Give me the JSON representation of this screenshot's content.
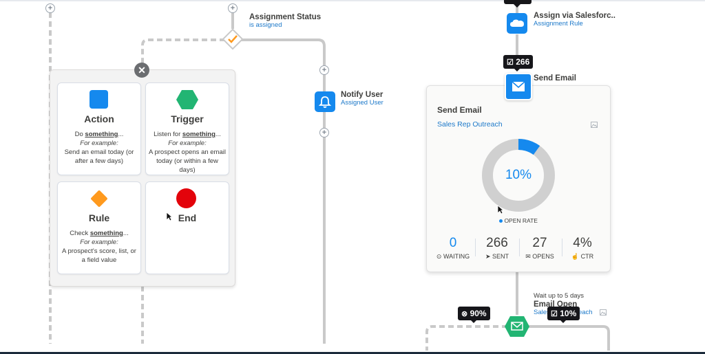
{
  "left_flow": {
    "assignment_status": {
      "title": "Assignment Status",
      "subtitle": "is assigned"
    },
    "notify_user": {
      "title": "Notify User",
      "subtitle": "Assigned User"
    },
    "palette": {
      "cards": [
        {
          "title": "Action",
          "desc1": "Do ",
          "desc1_u": "something",
          "desc1_end": "...",
          "example": "For example:",
          "desc2": "Send an email today (or after a few days)"
        },
        {
          "title": "Trigger",
          "desc1": "Listen for ",
          "desc1_u": "something",
          "desc1_end": "...",
          "example": "For example:",
          "desc2": "A prospect opens an email today (or within a few days)"
        },
        {
          "title": "Rule",
          "desc1": "Check ",
          "desc1_u": "something",
          "desc1_end": "...",
          "example": "For example:",
          "desc2": "A prospect's score, list, or a field value"
        },
        {
          "title": "End"
        }
      ]
    }
  },
  "right_flow": {
    "assign": {
      "title": "Assign via Salesforc..",
      "subtitle": "Assignment Rule"
    },
    "sent_badge": "266",
    "send_email_node": {
      "title": "Send Email"
    },
    "card": {
      "title": "Send Email",
      "subtitle": "Sales Rep Outreach",
      "percent_label": "10%",
      "open_rate_value": 10,
      "open_rate_label": "OPEN RATE",
      "stats": [
        {
          "value": "0",
          "label": "WAITING"
        },
        {
          "value": "266",
          "label": "SENT"
        },
        {
          "value": "27",
          "label": "OPENS"
        },
        {
          "value": "4%",
          "label": "CTR"
        }
      ]
    },
    "email_open": {
      "wait_text": "Wait up to 5 days",
      "title": "Email Open",
      "subtitle": "Sales Rep Outreach"
    },
    "no_badge": "90%",
    "yes_badge": "10%"
  },
  "colors": {
    "accent": "#1589ee",
    "link": "#1b78c9",
    "rule": "#ff9a1e",
    "trigger": "#22b573",
    "end": "#e3030b",
    "connector": "#c9c9c9"
  }
}
